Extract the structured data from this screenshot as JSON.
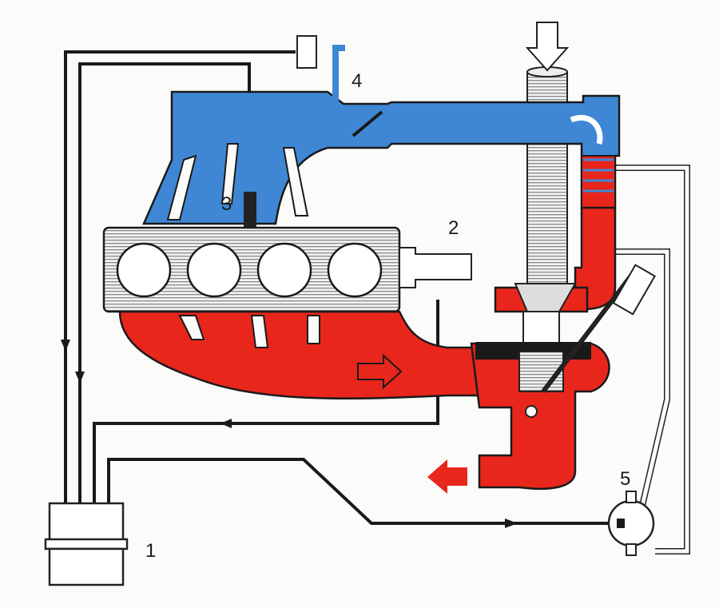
{
  "diagram": {
    "type": "turbocharged engine system schematic",
    "labels": {
      "control_unit": "1",
      "sensor_exhaust": "2",
      "sensor_intake": "3",
      "sensor_valve": "4",
      "wastegate_valve": "5"
    },
    "colors": {
      "intake": "#3f87d4",
      "exhaust": "#e8261c",
      "lines": "#1a1a1a",
      "block": "#d8d8d8"
    }
  }
}
